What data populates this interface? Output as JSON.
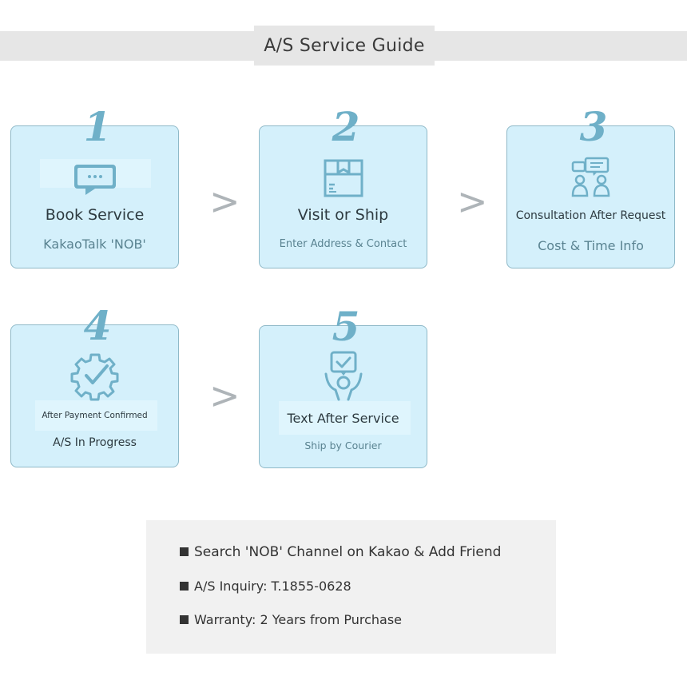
{
  "page": {
    "title": "A/S Service Guide"
  },
  "steps": [
    {
      "number": "1",
      "title": "Book Service",
      "subtitle": "KakaoTalk 'NOB'",
      "icon": "chat-tablet-icon"
    },
    {
      "number": "2",
      "title": "Visit or Ship",
      "subtitle": "Enter Address & Contact",
      "icon": "package-box-icon"
    },
    {
      "number": "3",
      "title": "Consultation After Request",
      "subtitle": "Cost & Time Info",
      "icon": "consultation-people-icon"
    },
    {
      "number": "4",
      "title": "After Payment Confirmed",
      "subtitle": "A/S In Progress",
      "icon": "gear-check-icon"
    },
    {
      "number": "5",
      "title": "Text After Service",
      "subtitle": "Ship by Courier",
      "icon": "person-check-icon"
    }
  ],
  "arrows": [
    ">",
    ">",
    ">"
  ],
  "info": {
    "lines": [
      "Search 'NOB' Channel on Kakao & Add Friend",
      "A/S Inquiry: T.1855-0628",
      "Warranty: 2 Years from Purchase"
    ]
  },
  "colors": {
    "card_bg": "#d4f0fb",
    "accent": "#6fb0c8",
    "title_band": "#e6e6e6",
    "info_bg": "#f1f1f1"
  }
}
